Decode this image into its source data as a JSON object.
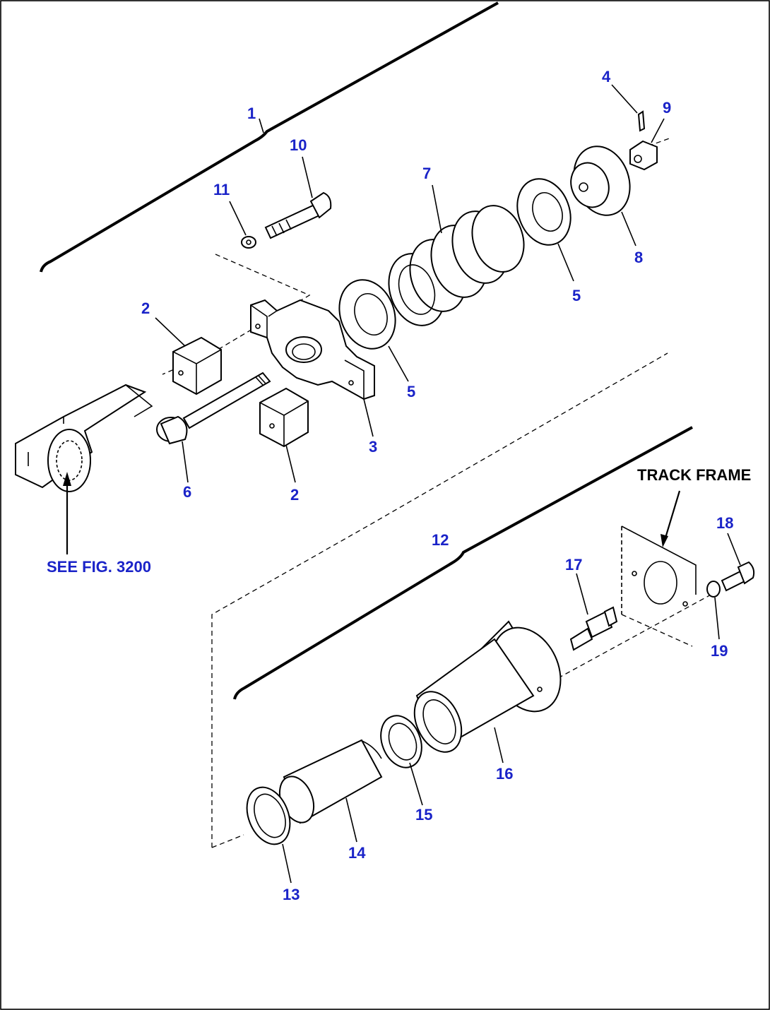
{
  "colors": {
    "callout_text": "#1a23c8",
    "line": "#000000",
    "background": "#ffffff"
  },
  "callouts": {
    "c1": "1",
    "c2a": "2",
    "c2b": "2",
    "c3": "3",
    "c4": "4",
    "c5a": "5",
    "c5b": "5",
    "c6": "6",
    "c7": "7",
    "c8": "8",
    "c9": "9",
    "c10": "10",
    "c11": "11",
    "c12": "12",
    "c13": "13",
    "c14": "14",
    "c15": "15",
    "c16": "16",
    "c17": "17",
    "c18": "18",
    "c19": "19"
  },
  "references": {
    "see_fig": "SEE FIG. 3200",
    "track_frame": "TRACK FRAME"
  }
}
